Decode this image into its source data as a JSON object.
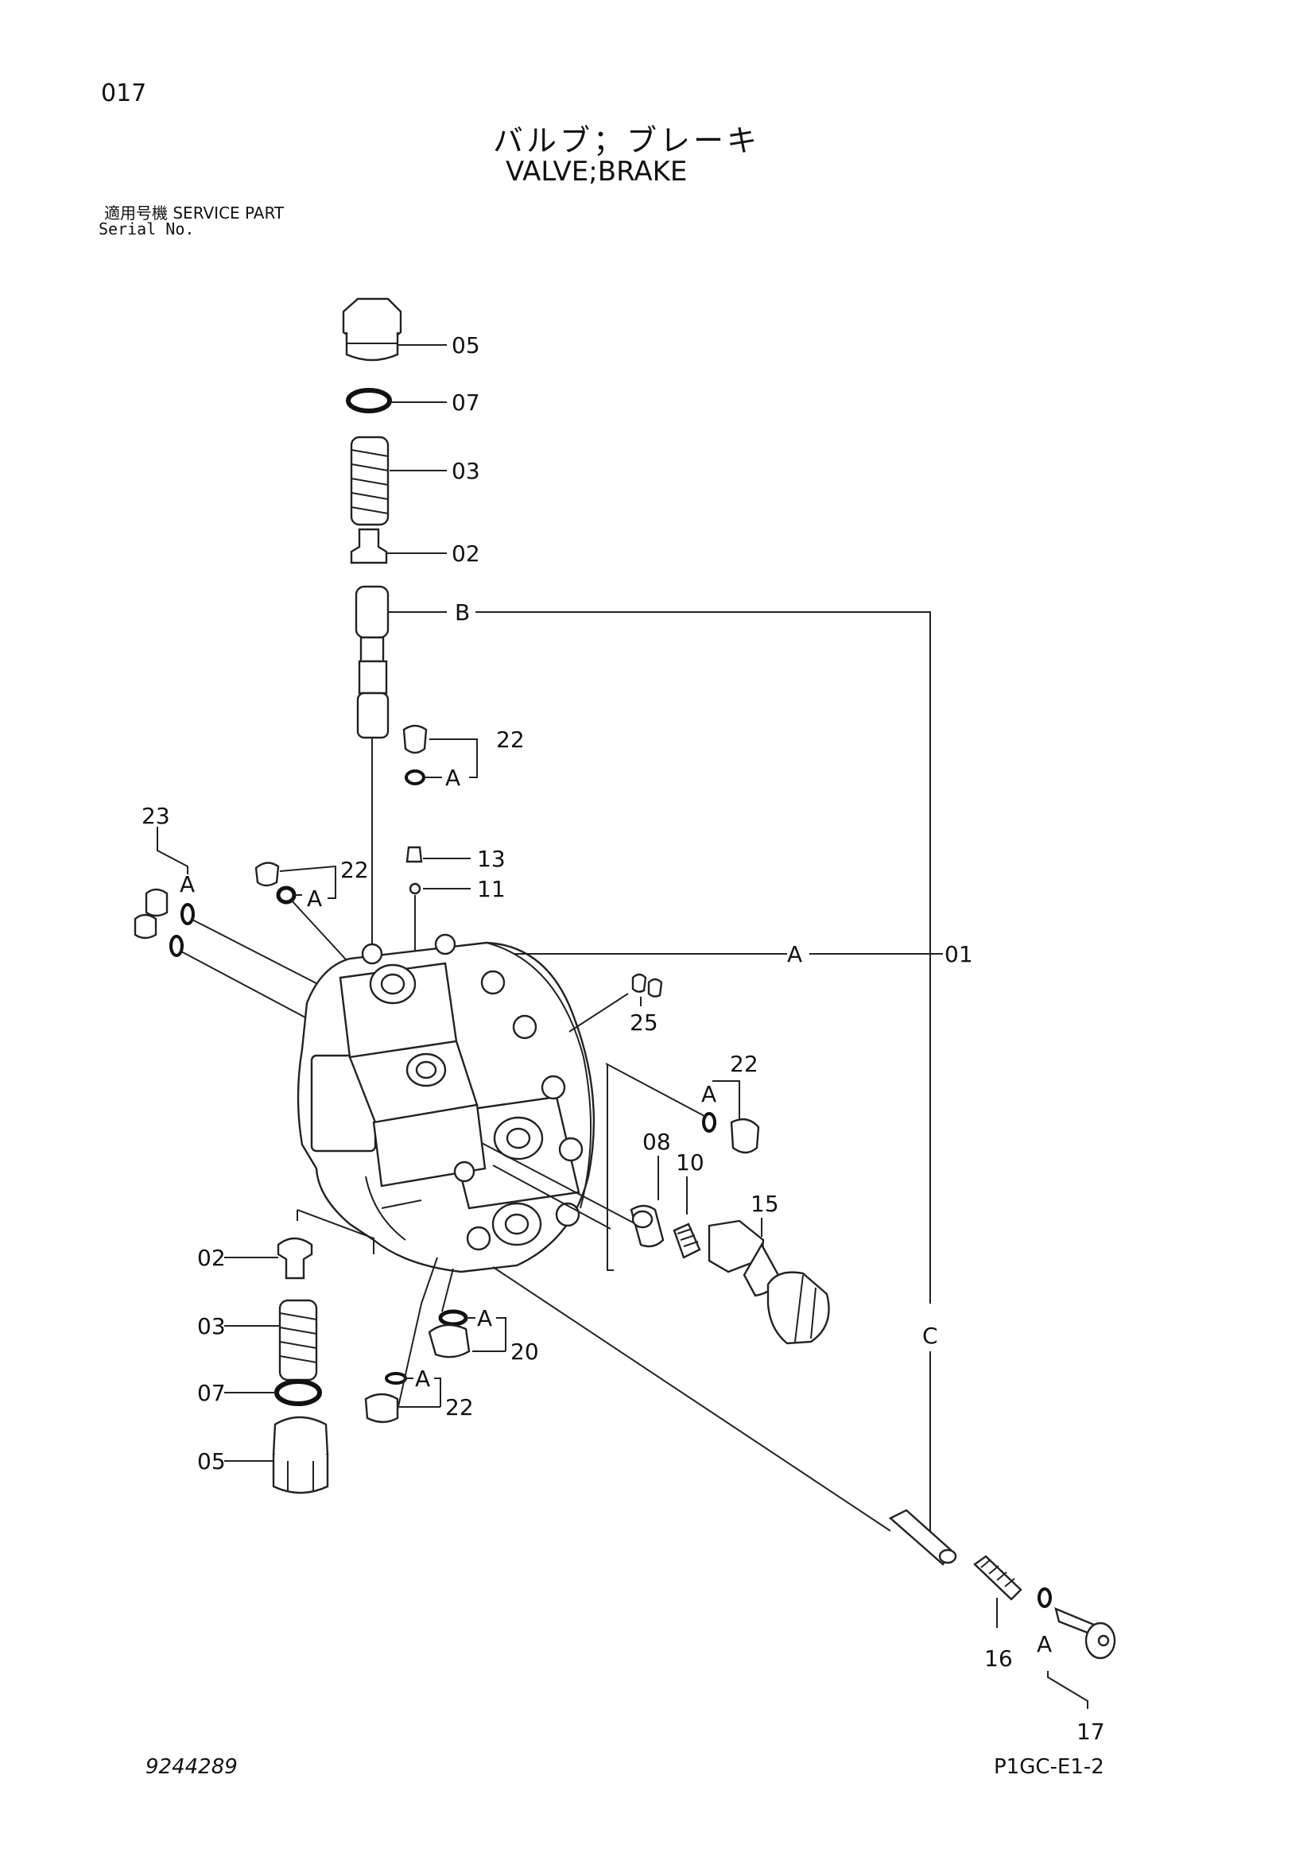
{
  "header": {
    "page_number": "017",
    "title_jp": "バルブ；ブレーキ",
    "title_en": "VALVE;BRAKE",
    "serial_jp": "適用号機  SERVICE PART",
    "serial_en": "Serial No."
  },
  "footer": {
    "drawing_number": "9244289",
    "sheet_code": "P1GC-E1-2"
  },
  "callouts": {
    "c05_top": "05",
    "c07_top": "07",
    "c03_top": "03",
    "c02_top": "02",
    "cB": "B",
    "c22_top": "22",
    "cA_top": "A",
    "c13": "13",
    "c11": "11",
    "c23": "23",
    "cA_23": "A",
    "c22_left": "22",
    "cA_left": "A",
    "cA_01": "A",
    "c01": "01",
    "c25": "25",
    "c22_right": "22",
    "cA_right": "A",
    "c08": "08",
    "c10": "10",
    "c15": "15",
    "c02_bot": "02",
    "c03_bot": "03",
    "c07_bot": "07",
    "c05_bot": "05",
    "cA_20": "A",
    "c20": "20",
    "cA_22b": "A",
    "c22_bot": "22",
    "cC": "C",
    "c16": "16",
    "cA_17": "A",
    "c17": "17"
  }
}
